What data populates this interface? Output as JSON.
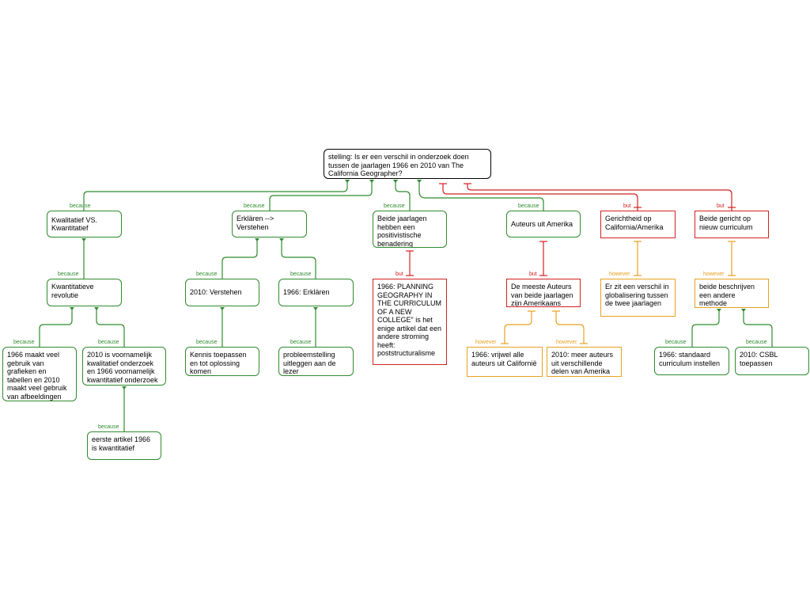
{
  "diagram": {
    "root": {
      "text": "stelling: Is er een verschil in onderzoek doen tussen de jaarlagen 1966 en 2010 van The California Geographer?"
    },
    "nodes": {
      "n1": "Kwalitatief VS. Kwantitatief",
      "n1a": "Kwantitatieve revolutie",
      "n1a1": "1966 maakt veel gebruik van grafieken en tabellen en 2010 maakt veel gebruik van afbeeldingen",
      "n1a2": "2010 is voornamelijk kwalitatief onderzoek en 1966 voornamelijk kwantitatief onderzoek",
      "n1a2a": "eerste artikel 1966 is kwantitatief",
      "n2": "Erklären --> Verstehen",
      "n2a": "2010: Verstehen",
      "n2a1": "Kennis toepassen en tot oplossing komen",
      "n2b": "1966: Erklären",
      "n2b1": "probleemstelling uitleggen aan de lezer",
      "n3": "Beide jaarlagen hebben een positivistische benadering",
      "n3a": "1966: PLANNING GEOGRAPHY IN THE CURRICULUM OF A NEW COLLEGE\" is het enige artikel dat een andere stroming heeft: poststructuralisme",
      "n4": "Auteurs uit Amerika",
      "n4a": "De meeste Auteurs van beide jaarlagen zijn Amerikaans",
      "n4a1": "1966: vrijwel alle auteurs uit Californië",
      "n4a2": "2010: meer auteurs uit verschillende delen van Amerika",
      "n5": "Gerichtheid op California/Amerika",
      "n5a": "Er zit een verschil in globalisering tussen de twee jaarlagen",
      "n6": "Beide gericht op nieuw curriculum",
      "n6a": "beide beschrijven een andere methode",
      "n6a1": "1966: standaard curriculum instellen",
      "n6a2": "2010: CSBL toepassen"
    },
    "link_labels": {
      "because": "because",
      "but": "but",
      "however": "however"
    },
    "colors": {
      "because": "#2e8b2e",
      "but": "#d42020",
      "however": "#e8a020",
      "root_border": "#000000"
    }
  }
}
